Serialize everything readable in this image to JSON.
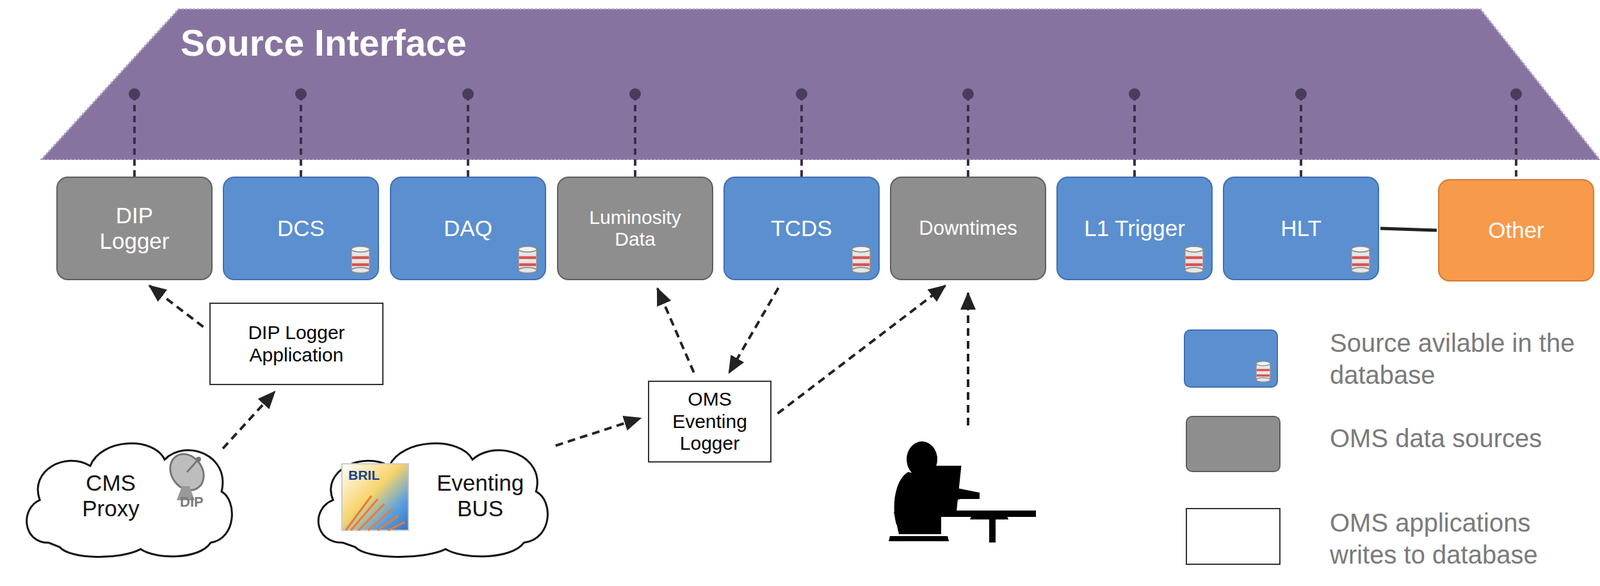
{
  "diagram": {
    "nodes": [
      {
        "text": [
          "Source Interface"
        ]
      },
      {
        "text": [
          "DIP Logger"
        ]
      },
      {
        "text": [
          "DCS"
        ]
      },
      {
        "text": [
          "DAQ"
        ]
      },
      {
        "text": [
          "Luminosity Data"
        ]
      },
      {
        "text": [
          "TCDS"
        ]
      },
      {
        "text": [
          "Downtimes"
        ]
      },
      {
        "text": [
          "L1 Trigger"
        ]
      },
      {
        "text": [
          "HLT"
        ]
      },
      {
        "text": [
          "Other"
        ]
      },
      {
        "text": [
          "DIP Logger Application"
        ]
      },
      {
        "text": [
          "OMS Eventing Logger"
        ]
      },
      {
        "text": [
          "CMS Proxy"
        ]
      },
      {
        "text": [
          "Eventing BUS"
        ]
      }
    ],
    "edges": [
      {
        "from": 0,
        "to": 1,
        "arrow": "none"
      },
      {
        "from": 0,
        "to": 2,
        "arrow": "none"
      },
      {
        "from": 0,
        "to": 3,
        "arrow": "none"
      },
      {
        "from": 0,
        "to": 4,
        "arrow": "none"
      },
      {
        "from": 0,
        "to": 5,
        "arrow": "none"
      },
      {
        "from": 0,
        "to": 6,
        "arrow": "none"
      },
      {
        "from": 0,
        "to": 7,
        "arrow": "none"
      },
      {
        "from": 0,
        "to": 8,
        "arrow": "none"
      },
      {
        "from": 0,
        "to": 9,
        "arrow": "none"
      },
      {
        "from": 8,
        "to": 9,
        "arrow": "none"
      },
      {
        "from": 10,
        "to": 1,
        "arrow": "to"
      },
      {
        "from": 12,
        "to": 10,
        "arrow": "to"
      },
      {
        "from": 13,
        "to": 11,
        "arrow": "to"
      },
      {
        "from": 11,
        "to": 4,
        "arrow": "to"
      },
      {
        "from": 5,
        "to": 11,
        "arrow": "to"
      },
      {
        "from": 11,
        "to": 6,
        "arrow": "to"
      }
    ],
    "labels": [
      "DIP",
      "BRIL"
    ],
    "legend": [
      {
        "text": "Source avilable in the database",
        "color": "#5b8fd0"
      },
      {
        "text": "OMS data sources",
        "color": "#8e8e8e"
      },
      {
        "text": "OMS applications writes to database",
        "color": "#ffffff"
      }
    ]
  }
}
